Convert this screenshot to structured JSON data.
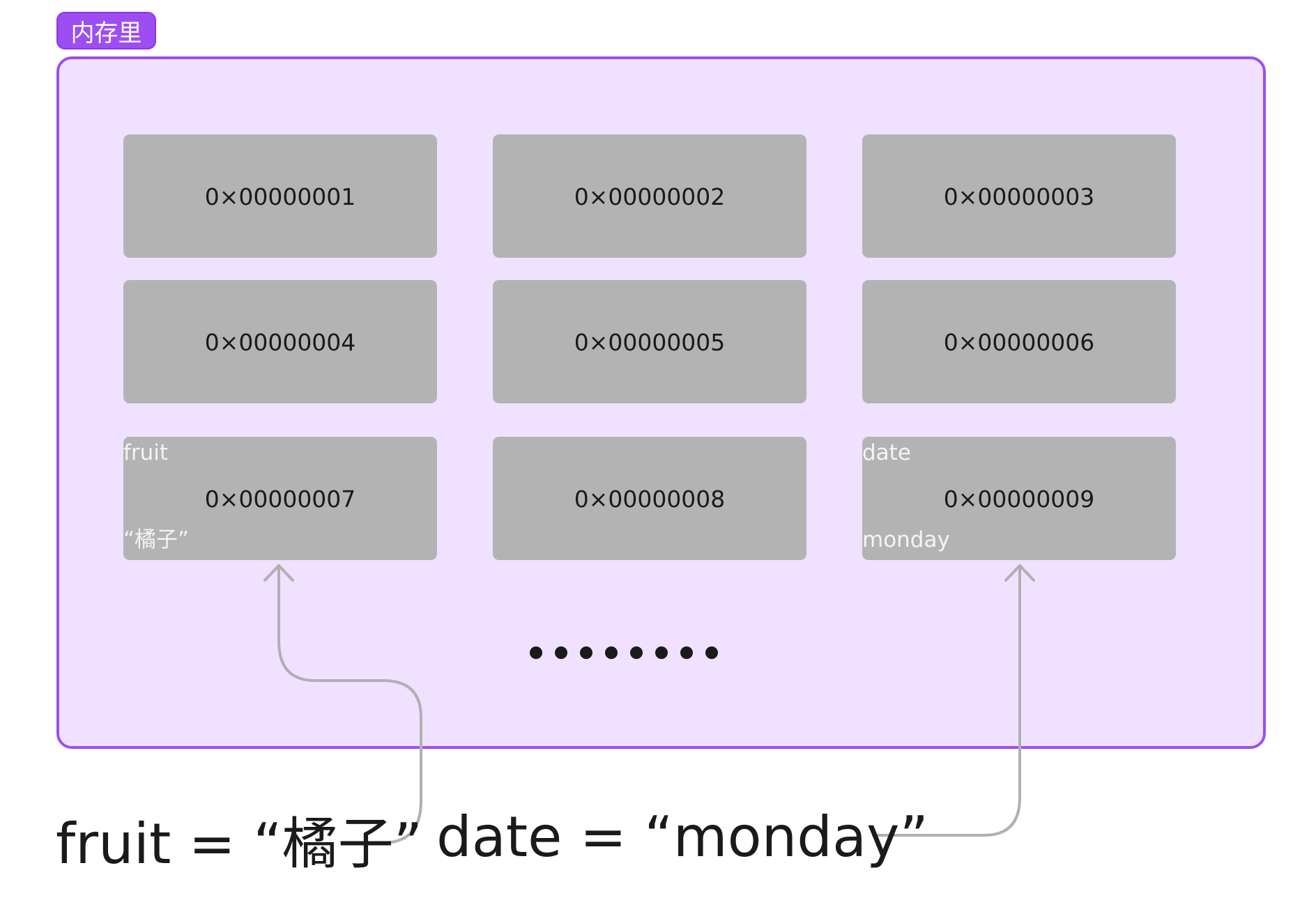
{
  "label": "内存里",
  "cells": [
    {
      "addr": "0×00000001"
    },
    {
      "addr": "0×00000002"
    },
    {
      "addr": "0×00000003"
    },
    {
      "addr": "0×00000004"
    },
    {
      "addr": "0×00000005"
    },
    {
      "addr": "0×00000006"
    },
    {
      "addr": "0×00000007",
      "var": "fruit",
      "value": "“橘子”"
    },
    {
      "addr": "0×00000008"
    },
    {
      "addr": "0×00000009",
      "var": "date",
      "value": "monday"
    }
  ],
  "ellipsis_dot_count": 8,
  "statements": {
    "fruit": "fruit = “橘子”",
    "date": "date = “monday”"
  },
  "colors": {
    "accent": "#9d4ef3",
    "panel_fill": "#efe1ff",
    "cell_fill": "#b3b3b3",
    "arrow": "#b0b0b0",
    "text": "#1a1a1a"
  }
}
